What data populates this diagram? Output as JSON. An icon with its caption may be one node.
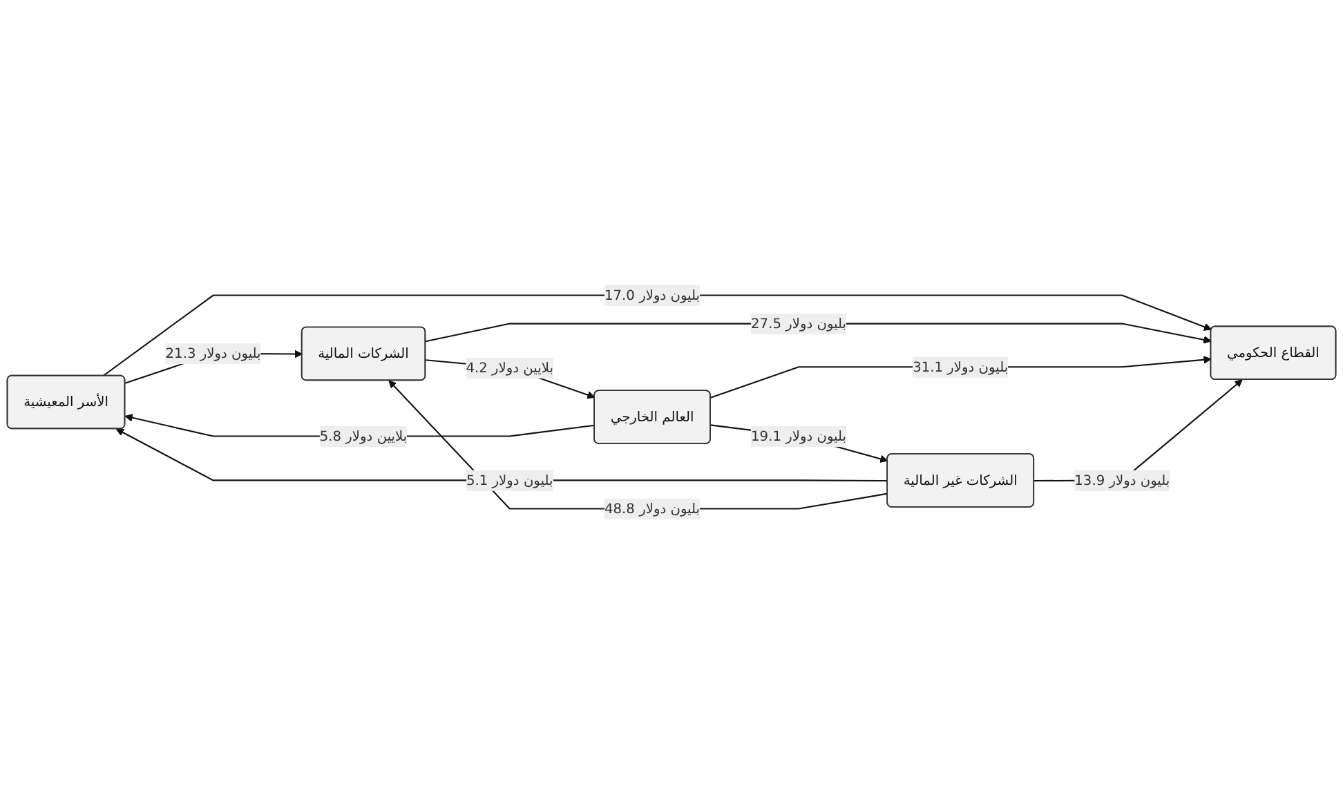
{
  "diagram": {
    "nodes": [
      {
        "text": [
          "الأسر المعيشية"
        ]
      },
      {
        "text": [
          "الشركات غير المالية"
        ]
      },
      {
        "text": [
          "الشركات المالية"
        ]
      },
      {
        "text": [
          "القطاع الحكومي"
        ]
      },
      {
        "text": [
          "العالم الخارجي"
        ]
      }
    ],
    "edges": [
      {
        "from": 1,
        "to": 0,
        "arrow": "to",
        "label": "5.1 بليون دولار"
      },
      {
        "from": 0,
        "to": 3,
        "arrow": "to",
        "label": "17.0 بليون دولار"
      },
      {
        "from": 0,
        "to": 2,
        "arrow": "to",
        "label": "21.3 بليون دولار"
      },
      {
        "from": 1,
        "to": 2,
        "arrow": "to",
        "label": "48.8 بليون دولار"
      },
      {
        "from": 2,
        "to": 3,
        "arrow": "to",
        "label": "27.5 بليون دولار"
      },
      {
        "from": 2,
        "to": 4,
        "arrow": "to",
        "label": "4.2 بلايين دولار"
      },
      {
        "from": 4,
        "to": 0,
        "arrow": "to",
        "label": "5.8 بلايين دولار"
      },
      {
        "from": 4,
        "to": 1,
        "arrow": "to",
        "label": "19.1 بليون دولار"
      },
      {
        "from": 4,
        "to": 3,
        "arrow": "to",
        "label": "31.1 بليون دولار"
      },
      {
        "from": 1,
        "to": 3,
        "arrow": "to",
        "label": "13.9 بليون دولار"
      }
    ]
  }
}
